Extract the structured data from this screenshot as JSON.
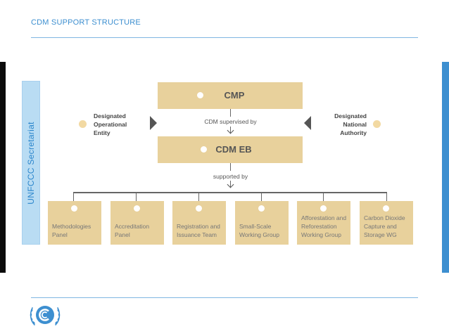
{
  "header": {
    "title": "CDM SUPPORT STRUCTURE"
  },
  "secretariat": {
    "label": "UNFCCC Secretariat"
  },
  "top_box": {
    "label": "CMP"
  },
  "board_box": {
    "label": "CDM EB"
  },
  "connectors": {
    "supervised": "CDM supervised by",
    "supported": "supported by"
  },
  "left_entity": {
    "label": "Designated Operational Entity",
    "lines": [
      "Designated",
      "Operational",
      "Entity"
    ]
  },
  "right_entity": {
    "label": "Designated National Authority",
    "lines": [
      "Designated",
      "National",
      "Authority"
    ]
  },
  "panels": [
    {
      "line1": "Methodologies",
      "line2": "Panel",
      "line3": ""
    },
    {
      "line1": "Accreditation",
      "line2": "Panel",
      "line3": ""
    },
    {
      "line1": "Registration and",
      "line2": "Issuance Team",
      "line3": ""
    },
    {
      "line1": "Small-Scale",
      "line2": "Working Group",
      "line3": ""
    },
    {
      "line1": "Afforestation and",
      "line2": "Reforestation",
      "line3": "Working Group"
    },
    {
      "line1": "Carbon Dioxide",
      "line2": "Capture and",
      "line3": "Storage WG"
    }
  ],
  "colors": {
    "accent": "#3d8fd0",
    "box_fill": "#e8d19c",
    "secretariat_fill": "#b9dcf3"
  },
  "logo": {
    "icon": "unfccc-logo-icon"
  }
}
